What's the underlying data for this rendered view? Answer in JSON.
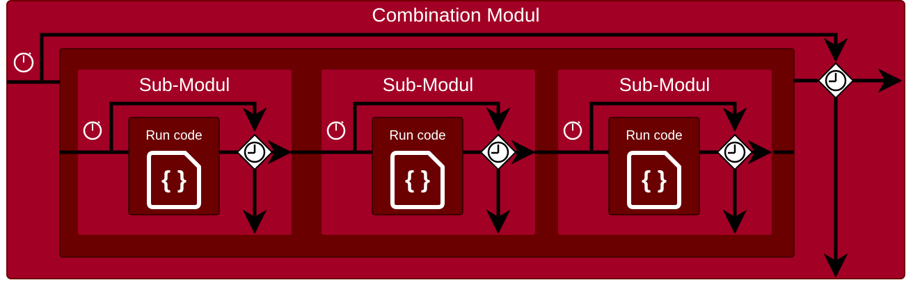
{
  "title": "Combination Modul",
  "colors": {
    "outer_fill": "#a20025",
    "outer_stroke": "#6f0000",
    "inner_fill": "#6a0000",
    "submodule_fill": "#a20025",
    "runcode_fill": "#6a0000",
    "line": "#000000",
    "text": "#ffffff"
  },
  "icons": [
    "stopwatch-icon",
    "code-file-icon",
    "timer-gateway-icon",
    "arrow-icon"
  ],
  "submodules": [
    {
      "title": "Sub-Modul",
      "task_label": "Run code",
      "task_icon": "{ }"
    },
    {
      "title": "Sub-Modul",
      "task_label": "Run code",
      "task_icon": "{ }"
    },
    {
      "title": "Sub-Modul",
      "task_label": "Run code",
      "task_icon": "{ }"
    }
  ]
}
